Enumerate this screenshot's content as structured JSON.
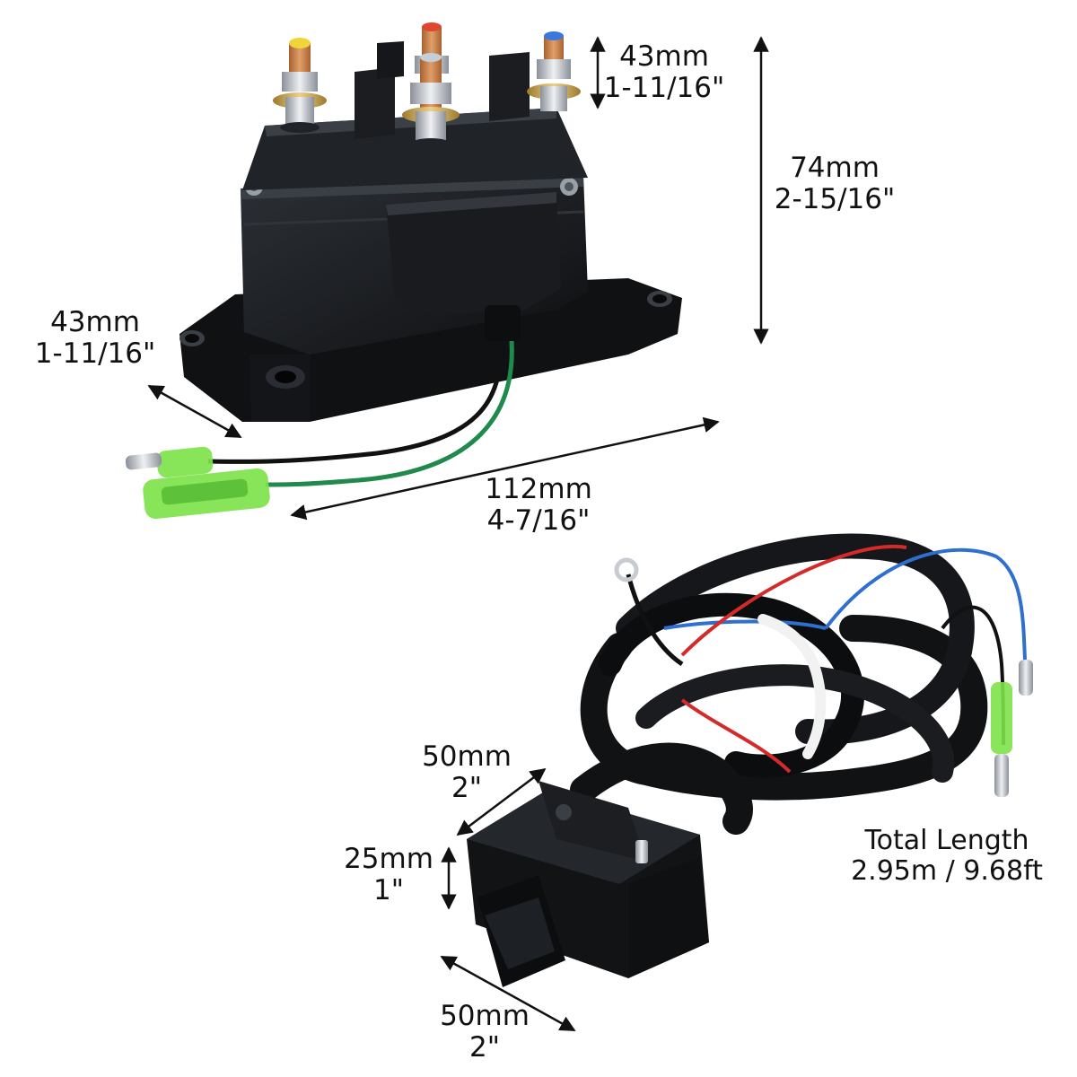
{
  "colors": {
    "background": "#ffffff",
    "body": "#16181b",
    "body_highlight": "#2c3036",
    "dimension_line": "#111111",
    "copper": "#c9824a",
    "brass": "#d8b25a",
    "steel": "#c8ccd2",
    "wire_green": "#1f8a4c",
    "wire_red": "#d42a2a",
    "wire_blue": "#2f6fd0",
    "connector_green": "#7ee24a",
    "zip_tie": "#f2f2f2"
  },
  "icons": [
    "solenoid-relay-image",
    "wiring-harness-image",
    "rocker-switch-image"
  ],
  "dimensions": {
    "terminal_height": {
      "metric": "43mm",
      "imperial": "1-11/16\""
    },
    "overall_height": {
      "metric": "74mm",
      "imperial": "2-15/16\""
    },
    "depth": {
      "metric": "43mm",
      "imperial": "1-11/16\""
    },
    "width": {
      "metric": "112mm",
      "imperial": "4-7/16\""
    },
    "switch_width": {
      "metric": "50mm",
      "imperial": "2\""
    },
    "switch_height": {
      "metric": "25mm",
      "imperial": "1\""
    },
    "switch_depth": {
      "metric": "50mm",
      "imperial": "2\""
    }
  },
  "total_length": {
    "title": "Total Length",
    "value": "2.95m / 9.68ft"
  }
}
